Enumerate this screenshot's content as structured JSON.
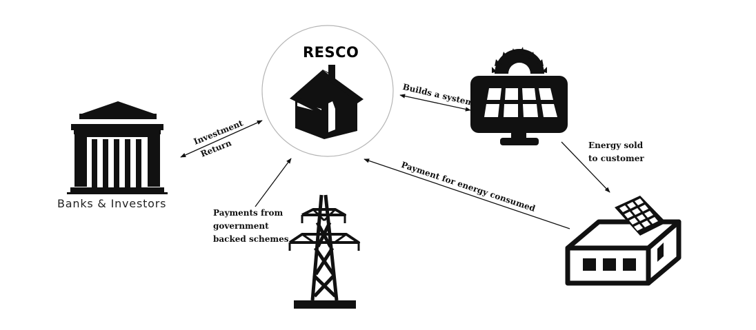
{
  "nodes": {
    "resco": {
      "title": "RESCO"
    },
    "banks": {
      "caption": "Banks & Investors"
    }
  },
  "edges": {
    "investment": "Investment",
    "return": "Return",
    "builds_system": "Builds a system",
    "energy_sold": [
      "Energy sold",
      "to customer"
    ],
    "payment_energy": "Payment for energy consumed",
    "payments_gov": [
      "Payments from",
      "government",
      "backed schemes"
    ]
  },
  "colors": {
    "ink": "#111111",
    "circle": "#b5b5b5",
    "background": "#ffffff"
  },
  "icons": [
    "house-icon",
    "bank-building-icon",
    "solar-panel-icon",
    "sun-icon",
    "transmission-tower-icon",
    "home-solar-roof-icon"
  ]
}
